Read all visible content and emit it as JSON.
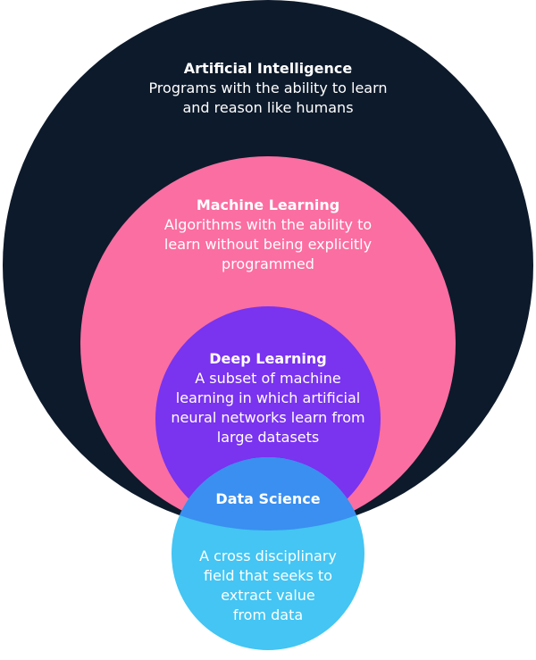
{
  "colors": {
    "ai": "#0d1a2b",
    "ml": "#fb6ea1",
    "dl": "#7a33ef",
    "ds": "#44c5f3",
    "ds_overlap": "#3a8ff0",
    "text": "#ffffff"
  },
  "artificial_intelligence": {
    "title": "Artificial Intelligence",
    "description": "Programs with the ability to learn\nand reason like humans"
  },
  "machine_learning": {
    "title": "Machine Learning",
    "description": "Algorithms with the ability to\nlearn without being explicitly\nprogrammed"
  },
  "deep_learning": {
    "title": "Deep Learning",
    "description": "A subset of machine\nlearning in which artificial\nneural networks learn from\nlarge datasets"
  },
  "data_science": {
    "title": "Data Science",
    "description": "A cross disciplinary\nfield that seeks to\nextract value\nfrom data"
  }
}
